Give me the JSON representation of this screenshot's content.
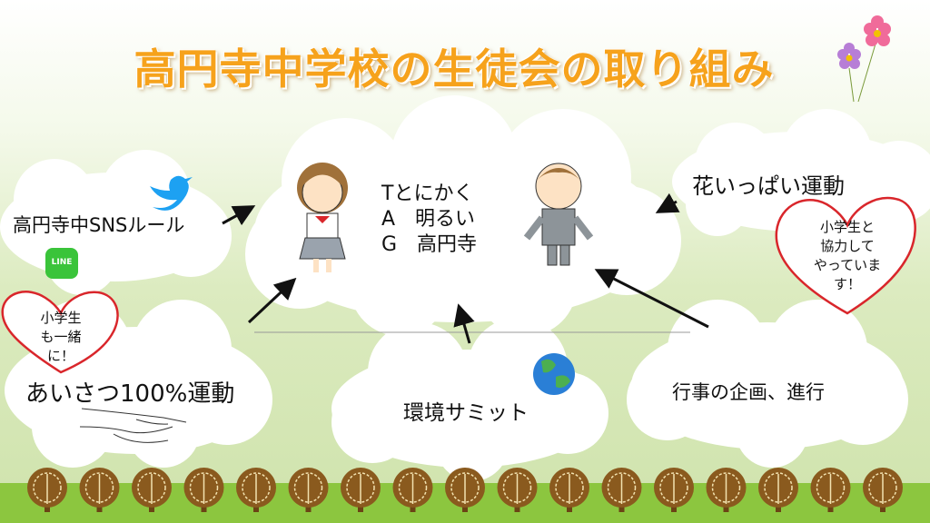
{
  "title": "高円寺中学校の生徒会の取り組み",
  "center": {
    "lines": [
      "Tとにかく",
      "A　明るい",
      "G　高円寺"
    ]
  },
  "sns": {
    "label": "高円寺中SNSルール",
    "line_icon_text": "LINE"
  },
  "greeting": {
    "label": "あいさつ100%運動",
    "heart_lines": [
      "小学生",
      "も一緒",
      "に！"
    ]
  },
  "environment": {
    "label": "環境サミット"
  },
  "events": {
    "label": "行事の企画、進行"
  },
  "flowers": {
    "label": "花いっぱい運動",
    "heart_lines": [
      "小学生と",
      "協力して",
      "やっていま",
      "す！"
    ]
  },
  "colors": {
    "title": "#f6a21c",
    "heart": "#d9262b",
    "ground": "#8cc63f",
    "tree": "#8a5a1e"
  }
}
